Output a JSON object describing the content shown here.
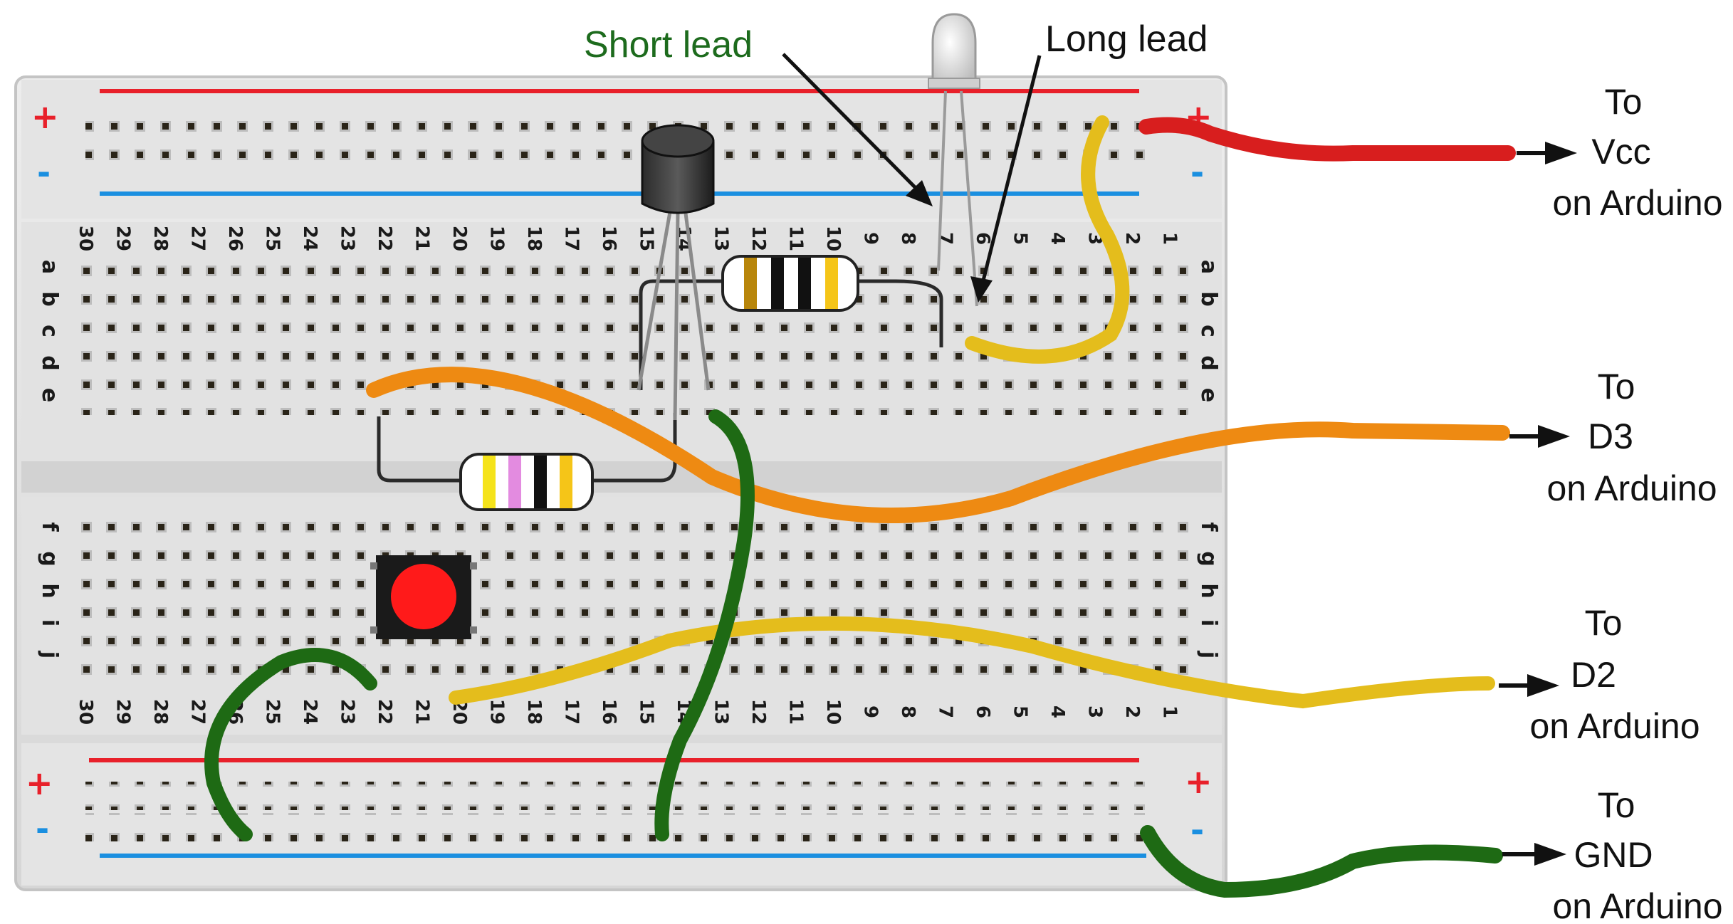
{
  "labels": {
    "short_lead": "Short lead",
    "long_lead": "Long lead",
    "plus": "+",
    "minus": "-"
  },
  "connections": [
    {
      "line1": "To",
      "line2": "Vcc",
      "line3": "on Arduino",
      "wire_color": "#d81e1e"
    },
    {
      "line1": "To",
      "line2": "D3",
      "line3": "on Arduino",
      "wire_color": "#ee8a12"
    },
    {
      "line1": "To",
      "line2": "D2",
      "line3": "on Arduino",
      "wire_color": "#e4bd1c"
    },
    {
      "line1": "To",
      "line2": "GND",
      "line3": "on Arduino",
      "wire_color": "#1e6a14"
    }
  ],
  "breadboard": {
    "columns": [
      "30",
      "29",
      "28",
      "27",
      "26",
      "25",
      "24",
      "23",
      "22",
      "21",
      "20",
      "19",
      "18",
      "17",
      "16",
      "15",
      "14",
      "13",
      "12",
      "11",
      "10",
      "9",
      "8",
      "7",
      "6",
      "5",
      "4",
      "3",
      "2",
      "1"
    ],
    "rows_top": [
      "a",
      "b",
      "c",
      "d",
      "e"
    ],
    "rows_bottom": [
      "f",
      "g",
      "h",
      "i",
      "j"
    ],
    "rail_positive_color": "#e8202a",
    "rail_negative_color": "#1a8fe0"
  },
  "components": {
    "led": "clear LED",
    "transistor": "TO-92 transistor",
    "resistor_top_bands": [
      "#b8860b",
      "#111111",
      "#111111",
      "#f5c518"
    ],
    "resistor_bottom_bands": [
      "#f5e31a",
      "#e38be0",
      "#111111",
      "#f5c518"
    ],
    "pushbutton_color": "#ff1a1a"
  }
}
